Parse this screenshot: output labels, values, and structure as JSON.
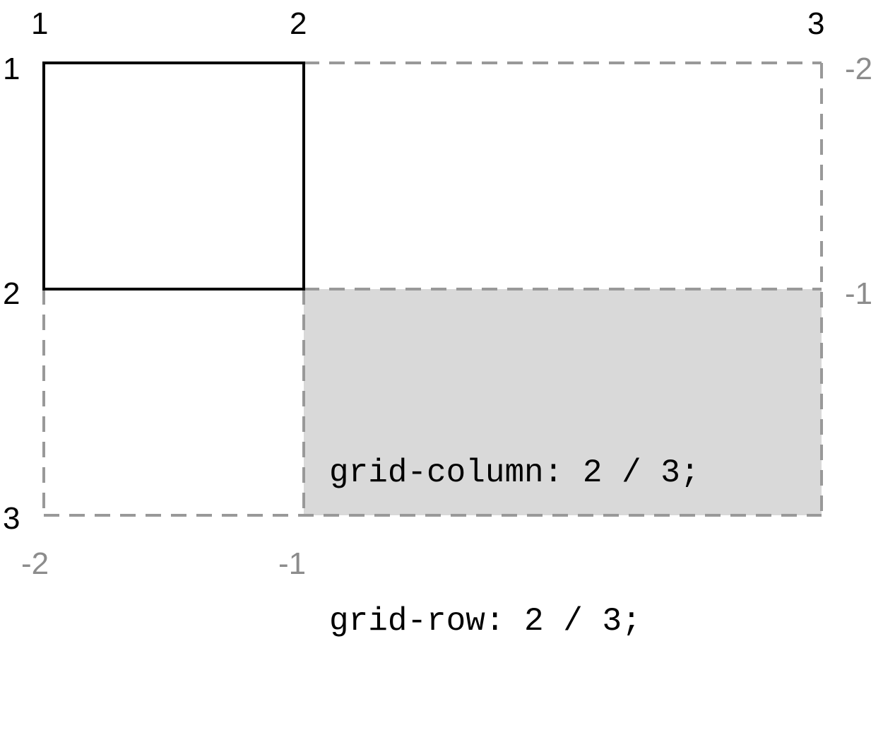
{
  "column_lines_positive": [
    "1",
    "2",
    "3"
  ],
  "row_lines_positive": [
    "1",
    "2",
    "3"
  ],
  "column_lines_negative": [
    "-2",
    "-1"
  ],
  "row_lines_negative": [
    "-2",
    "-1"
  ],
  "code": {
    "line1": "grid-column: 2 / 3;",
    "line2": "grid-row: 2 / 3;"
  },
  "colors": {
    "explicit_border": "#000000",
    "implicit_border": "#999999",
    "placed_item_fill": "#d9d9d9",
    "negative_labels": "#8c8c8c"
  }
}
